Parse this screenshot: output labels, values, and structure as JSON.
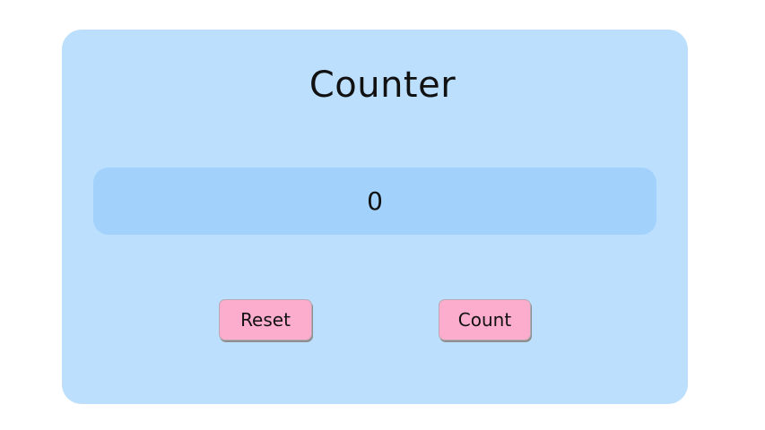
{
  "app": {
    "title": "Counter"
  },
  "counter": {
    "value": "0"
  },
  "buttons": {
    "reset_label": "Reset",
    "count_label": "Count"
  },
  "colors": {
    "card_background": "#bbdffc",
    "display_background": "#a2d2fc",
    "button_background": "#fcaccc"
  }
}
